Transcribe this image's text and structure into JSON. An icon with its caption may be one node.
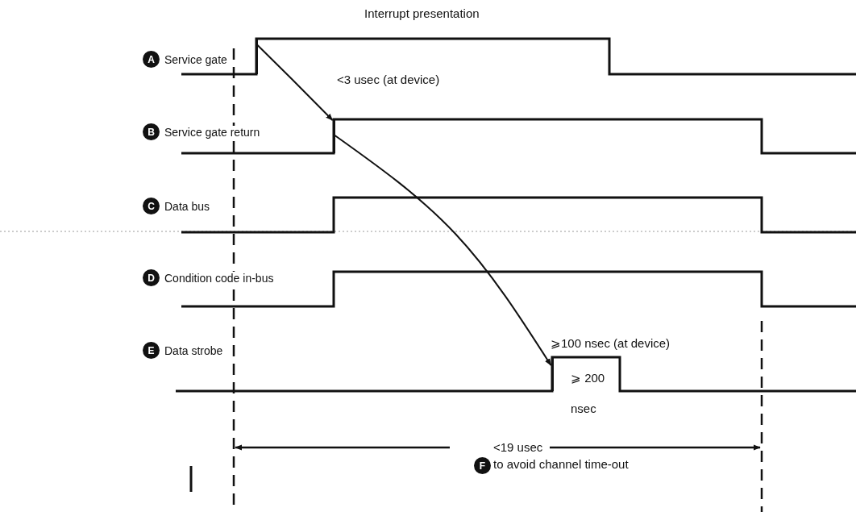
{
  "diagram": {
    "title": "Interrupt presentation",
    "nodes": [
      {
        "text": [
          "A",
          "Service gate"
        ]
      },
      {
        "text": [
          "B",
          "Service gate return"
        ]
      },
      {
        "text": [
          "C",
          "Data bus"
        ]
      },
      {
        "text": [
          "D",
          "Condition code in-bus"
        ]
      },
      {
        "text": [
          "E",
          "Data strobe"
        ]
      },
      {
        "text": [],
        "shape": "line"
      },
      {
        "text": [],
        "shape": "line"
      },
      {
        "text": [],
        "shape": "line"
      },
      {
        "text": [
          "F",
          "<19 usec",
          "to avoid channel time-out"
        ]
      }
    ],
    "edges": [
      {
        "from": 5,
        "to": 6,
        "arrow": "to"
      },
      {
        "from": 6,
        "to": 7,
        "arrow": "to"
      }
    ],
    "labels": [
      "<3 usec (at device)",
      "⩾100 nsec (at device)",
      "⩾ 200 nsec"
    ]
  }
}
